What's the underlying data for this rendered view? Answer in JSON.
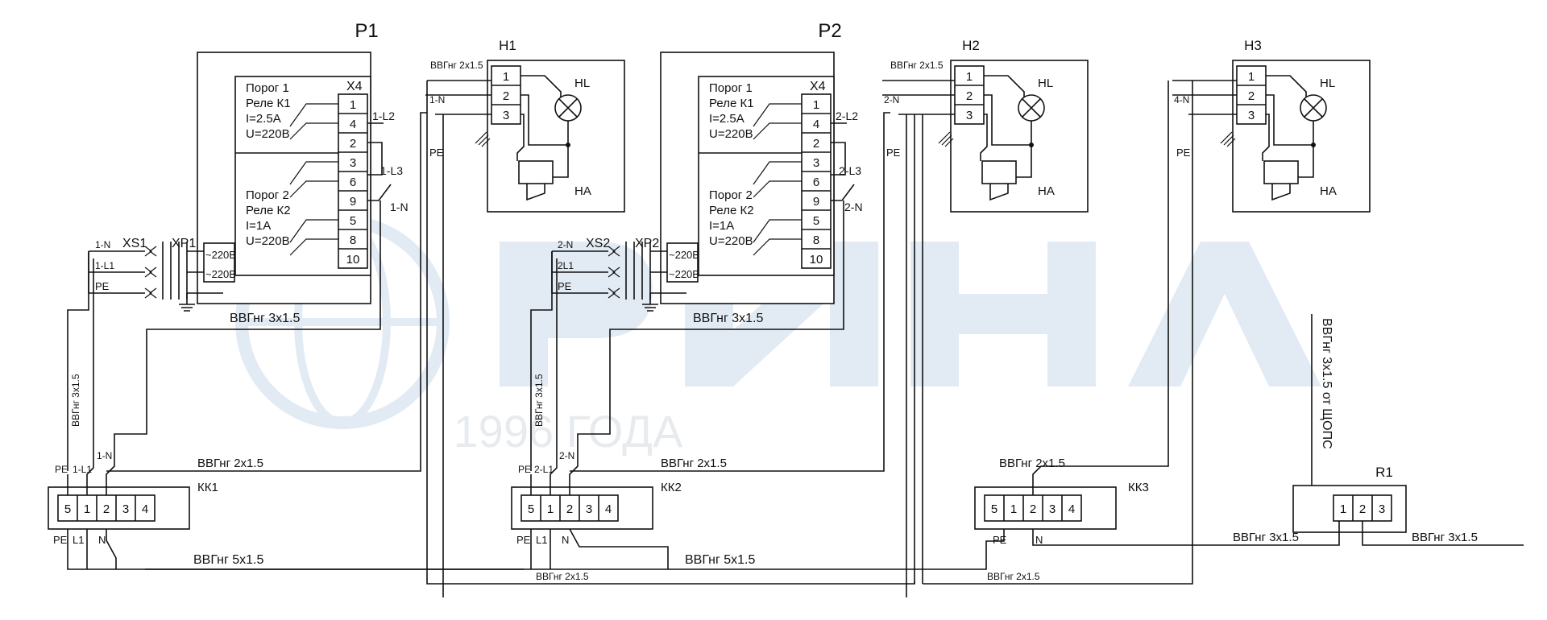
{
  "watermark": {
    "year_text": "1996 ГОДА"
  },
  "relays": [
    {
      "id": "P1",
      "connector": "X4",
      "threshold1": {
        "title": "Порог 1",
        "relay": "Реле К1",
        "current": "I=2.5A",
        "voltage": "U=220В"
      },
      "threshold2": {
        "title": "Порог 2",
        "relay": "Реле К2",
        "current": "I=1A",
        "voltage": "U=220В"
      },
      "terminals": [
        "1",
        "4",
        "2",
        "3",
        "6",
        "9",
        "5",
        "8",
        "10"
      ],
      "wire_l2": "1-L2",
      "wire_l3": "1-L3",
      "wire_n": "1-N",
      "socket": "XS1",
      "plug": "XP1",
      "socket_wires": [
        "1-N",
        "1-L1",
        "PE"
      ],
      "supply": [
        "~220В",
        "~220В"
      ],
      "cable": "ВВГнг 3х1.5"
    },
    {
      "id": "P2",
      "connector": "X4",
      "threshold1": {
        "title": "Порог 1",
        "relay": "Реле К1",
        "current": "I=2.5A",
        "voltage": "U=220В"
      },
      "threshold2": {
        "title": "Порог 2",
        "relay": "Реле К2",
        "current": "I=1A",
        "voltage": "U=220В"
      },
      "terminals": [
        "1",
        "4",
        "2",
        "3",
        "6",
        "9",
        "5",
        "8",
        "10"
      ],
      "wire_l2": "2-L2",
      "wire_l3": "2-L3",
      "wire_n": "2-N",
      "socket": "XS2",
      "plug": "XP2",
      "socket_wires": [
        "2-N",
        "2L1",
        "PE"
      ],
      "supply": [
        "~220В",
        "~220В"
      ],
      "cable": "ВВГнг 3х1.5"
    }
  ],
  "alarms": [
    {
      "id": "H1",
      "cable": "ВВГнг 2х1.5",
      "wire_n": "1-N",
      "wire_pe": "PE",
      "terminals": [
        "1",
        "2",
        "3"
      ],
      "lamp": "HL",
      "sounder": "HA"
    },
    {
      "id": "H2",
      "cable": "ВВГнг 2х1.5",
      "wire_n": "2-N",
      "wire_pe": "PE",
      "terminals": [
        "1",
        "2",
        "3"
      ],
      "lamp": "HL",
      "sounder": "HA"
    },
    {
      "id": "H3",
      "cable": "",
      "wire_n": "4-N",
      "wire_pe": "PE",
      "terminals": [
        "1",
        "2",
        "3"
      ],
      "lamp": "HL",
      "sounder": "HA"
    }
  ],
  "junction_boxes": [
    {
      "id": "КК1",
      "terminals": [
        "5",
        "1",
        "2",
        "3",
        "4"
      ],
      "top_wires": [
        "PE",
        "1-L1",
        "1-N"
      ],
      "bottom_wires": [
        "PE",
        "L1",
        "N"
      ],
      "riser_cable": "ВВГнг 3х1.5",
      "alarm_cable": "ВВГнг 2х1.5"
    },
    {
      "id": "КК2",
      "terminals": [
        "5",
        "1",
        "2",
        "3",
        "4"
      ],
      "top_wires": [
        "PE",
        "2-L1",
        "2-N"
      ],
      "bottom_wires": [
        "PE",
        "L1",
        "N"
      ],
      "riser_cable": "ВВГнг 3х1.5",
      "alarm_cable": "ВВГнг 2х1.5"
    },
    {
      "id": "КК3",
      "terminals": [
        "5",
        "1",
        "2",
        "3",
        "4"
      ],
      "top_wires": [],
      "bottom_wires": [
        "PE",
        "N"
      ],
      "riser_cable": "",
      "alarm_cable": "ВВГнг 2х1.5"
    }
  ],
  "distribution": {
    "id": "R1",
    "terminals": [
      "1",
      "2",
      "3"
    ],
    "feed_cable": "ВВГнг 3х1.5 от ЩОПС"
  },
  "cables": {
    "trunk_1": "ВВГнг 5х1.5",
    "trunk_2": "ВВГнг 5х1.5",
    "loop_1": "ВВГнг 2х1.5",
    "loop_2": "ВВГнг 2х1.5",
    "r1_left": "ВВГнг 3х1.5",
    "r1_right": "ВВГнг 3х1.5"
  }
}
